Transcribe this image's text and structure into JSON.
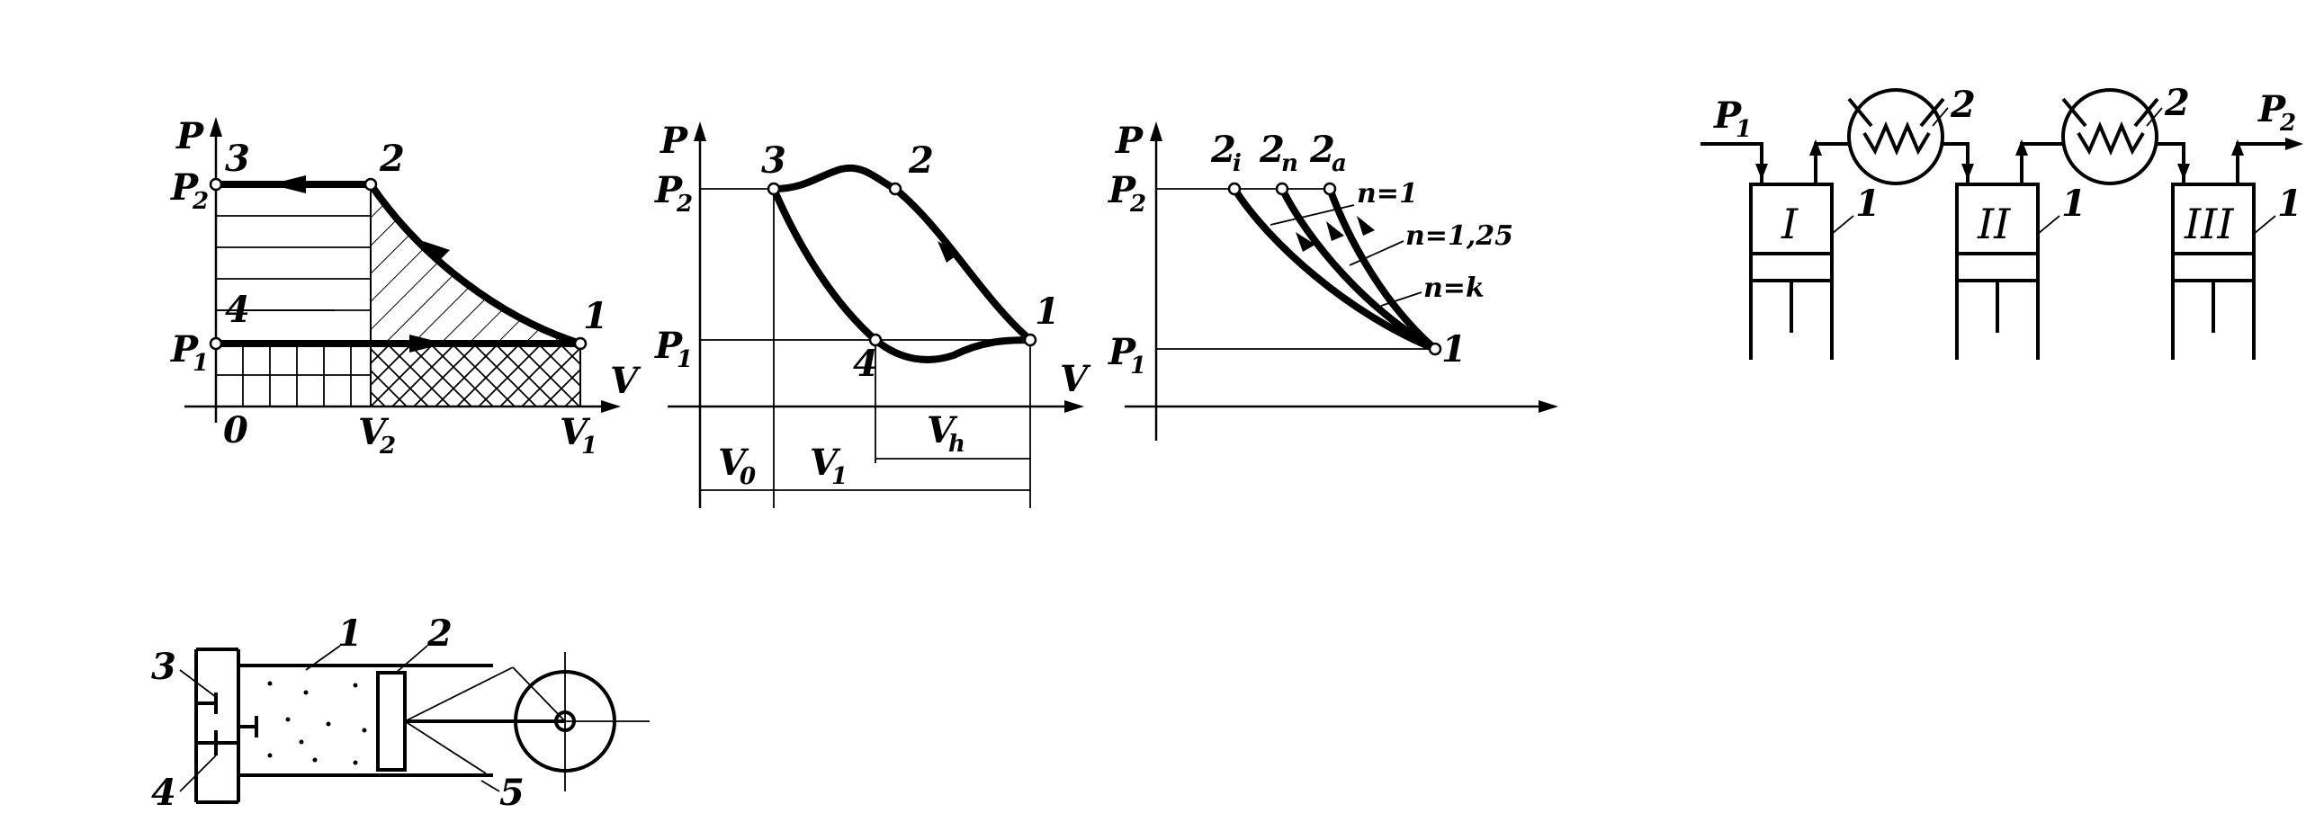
{
  "fig1": {
    "axis_p": "P",
    "axis_v": "V",
    "p2": "P",
    "p2_sub": "2",
    "p1": "P",
    "p1_sub": "1",
    "n3": "3",
    "n2": "2",
    "n4": "4",
    "n1": "1",
    "zero": "0",
    "v2": "V",
    "v2_sub": "2",
    "v1": "V",
    "v1_sub": "1"
  },
  "fig2": {
    "axis_p": "P",
    "axis_v": "V",
    "p2": "P",
    "p2_sub": "2",
    "p1": "P",
    "p1_sub": "1",
    "n3": "3",
    "n2": "2",
    "n4": "4",
    "n1": "1",
    "v0": "V",
    "v0_sub": "0",
    "v1": "V",
    "v1_sub": "1",
    "vh": "V",
    "vh_sub": "h"
  },
  "fig3": {
    "axis_p": "P",
    "p2": "P",
    "p2_sub": "2",
    "p1": "P",
    "p1_sub": "1",
    "c2i": "2",
    "c2i_sub": "i",
    "c2n": "2",
    "c2n_sub": "n",
    "c2a": "2",
    "c2a_sub": "a",
    "n_eq_1": "n=1",
    "n_eq_125": "n=1,25",
    "n_eq_k": "n=k",
    "n1": "1"
  },
  "fig4": {
    "p1": "P",
    "p1_sub": "1",
    "p2": "P",
    "p2_sub": "2",
    "stage1": "I",
    "stage2": "II",
    "stage3": "III",
    "label_1a": "1",
    "label_1b": "1",
    "label_1c": "1",
    "label_2a": "2",
    "label_2b": "2"
  },
  "fig5": {
    "l1": "1",
    "l2": "2",
    "l3": "3",
    "l4": "4",
    "l5": "5"
  }
}
